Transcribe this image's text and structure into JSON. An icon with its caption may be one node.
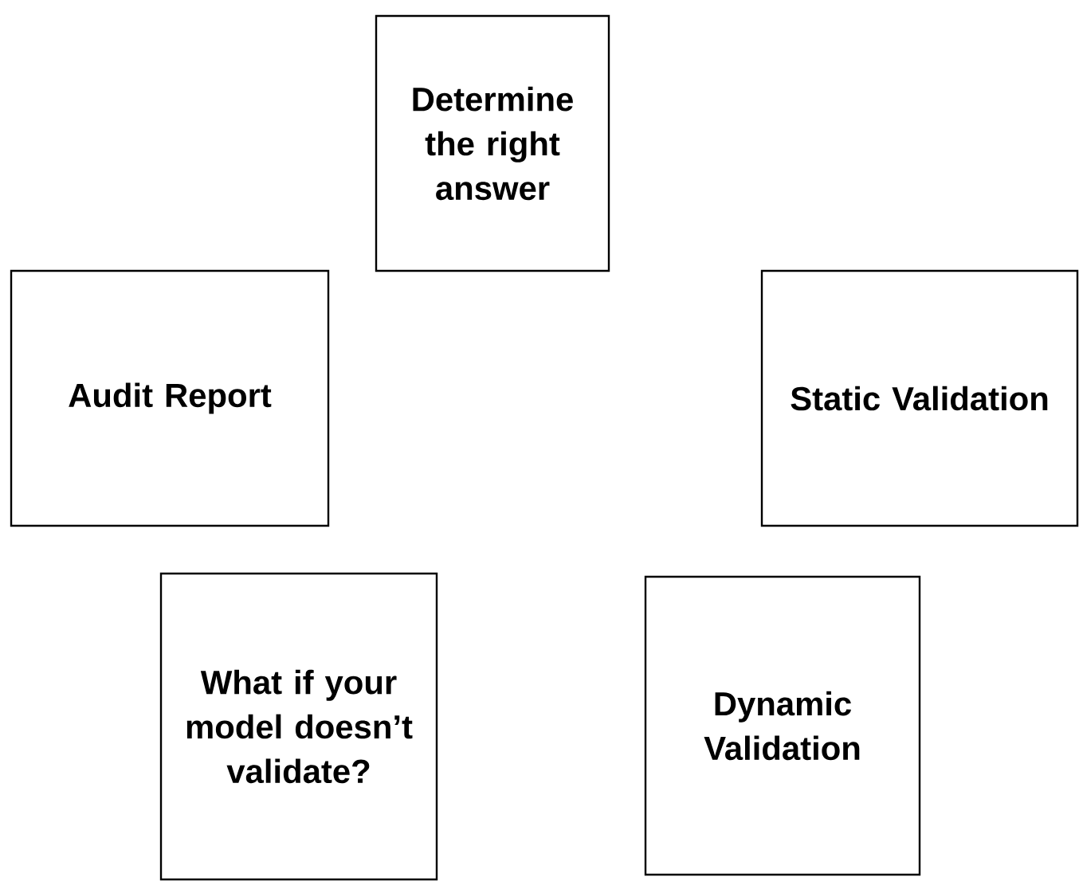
{
  "diagram": {
    "nodes": [
      {
        "text": [
          "Determine the right answer"
        ]
      },
      {
        "text": [
          "Audit Report"
        ]
      },
      {
        "text": [
          "Static Validation"
        ]
      },
      {
        "text": [
          "What if your model doesn’t validate?"
        ]
      },
      {
        "text": [
          "Dynamic Validation"
        ]
      }
    ]
  }
}
